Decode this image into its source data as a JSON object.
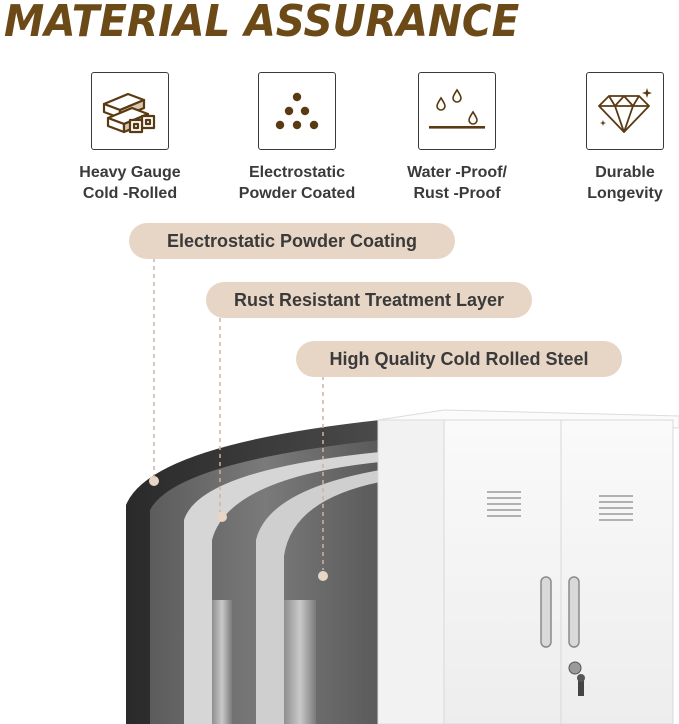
{
  "title": "MATERIAL ASSURANCE",
  "features": [
    {
      "icon": "steel-bars-icon",
      "line1": "Heavy Gauge",
      "line2": "Cold -Rolled"
    },
    {
      "icon": "powder-dots-icon",
      "line1": "Electrostatic",
      "line2": "Powder Coated"
    },
    {
      "icon": "water-drops-icon",
      "line1": "Water -Proof/",
      "line2": "Rust -Proof"
    },
    {
      "icon": "diamond-icon",
      "line1": "Durable",
      "line2": "Longevity"
    }
  ],
  "layers": [
    {
      "label": "Electrostatic Powder Coating"
    },
    {
      "label": "Rust Resistant Treatment Layer"
    },
    {
      "label": "High Quality Cold Rolled Steel"
    }
  ],
  "colors": {
    "title": "#6b4a18",
    "pill": "#e7d6c6",
    "text": "#3a3a3a",
    "coating": "#1f1f1f",
    "cabinet": "#f7f7f7"
  }
}
